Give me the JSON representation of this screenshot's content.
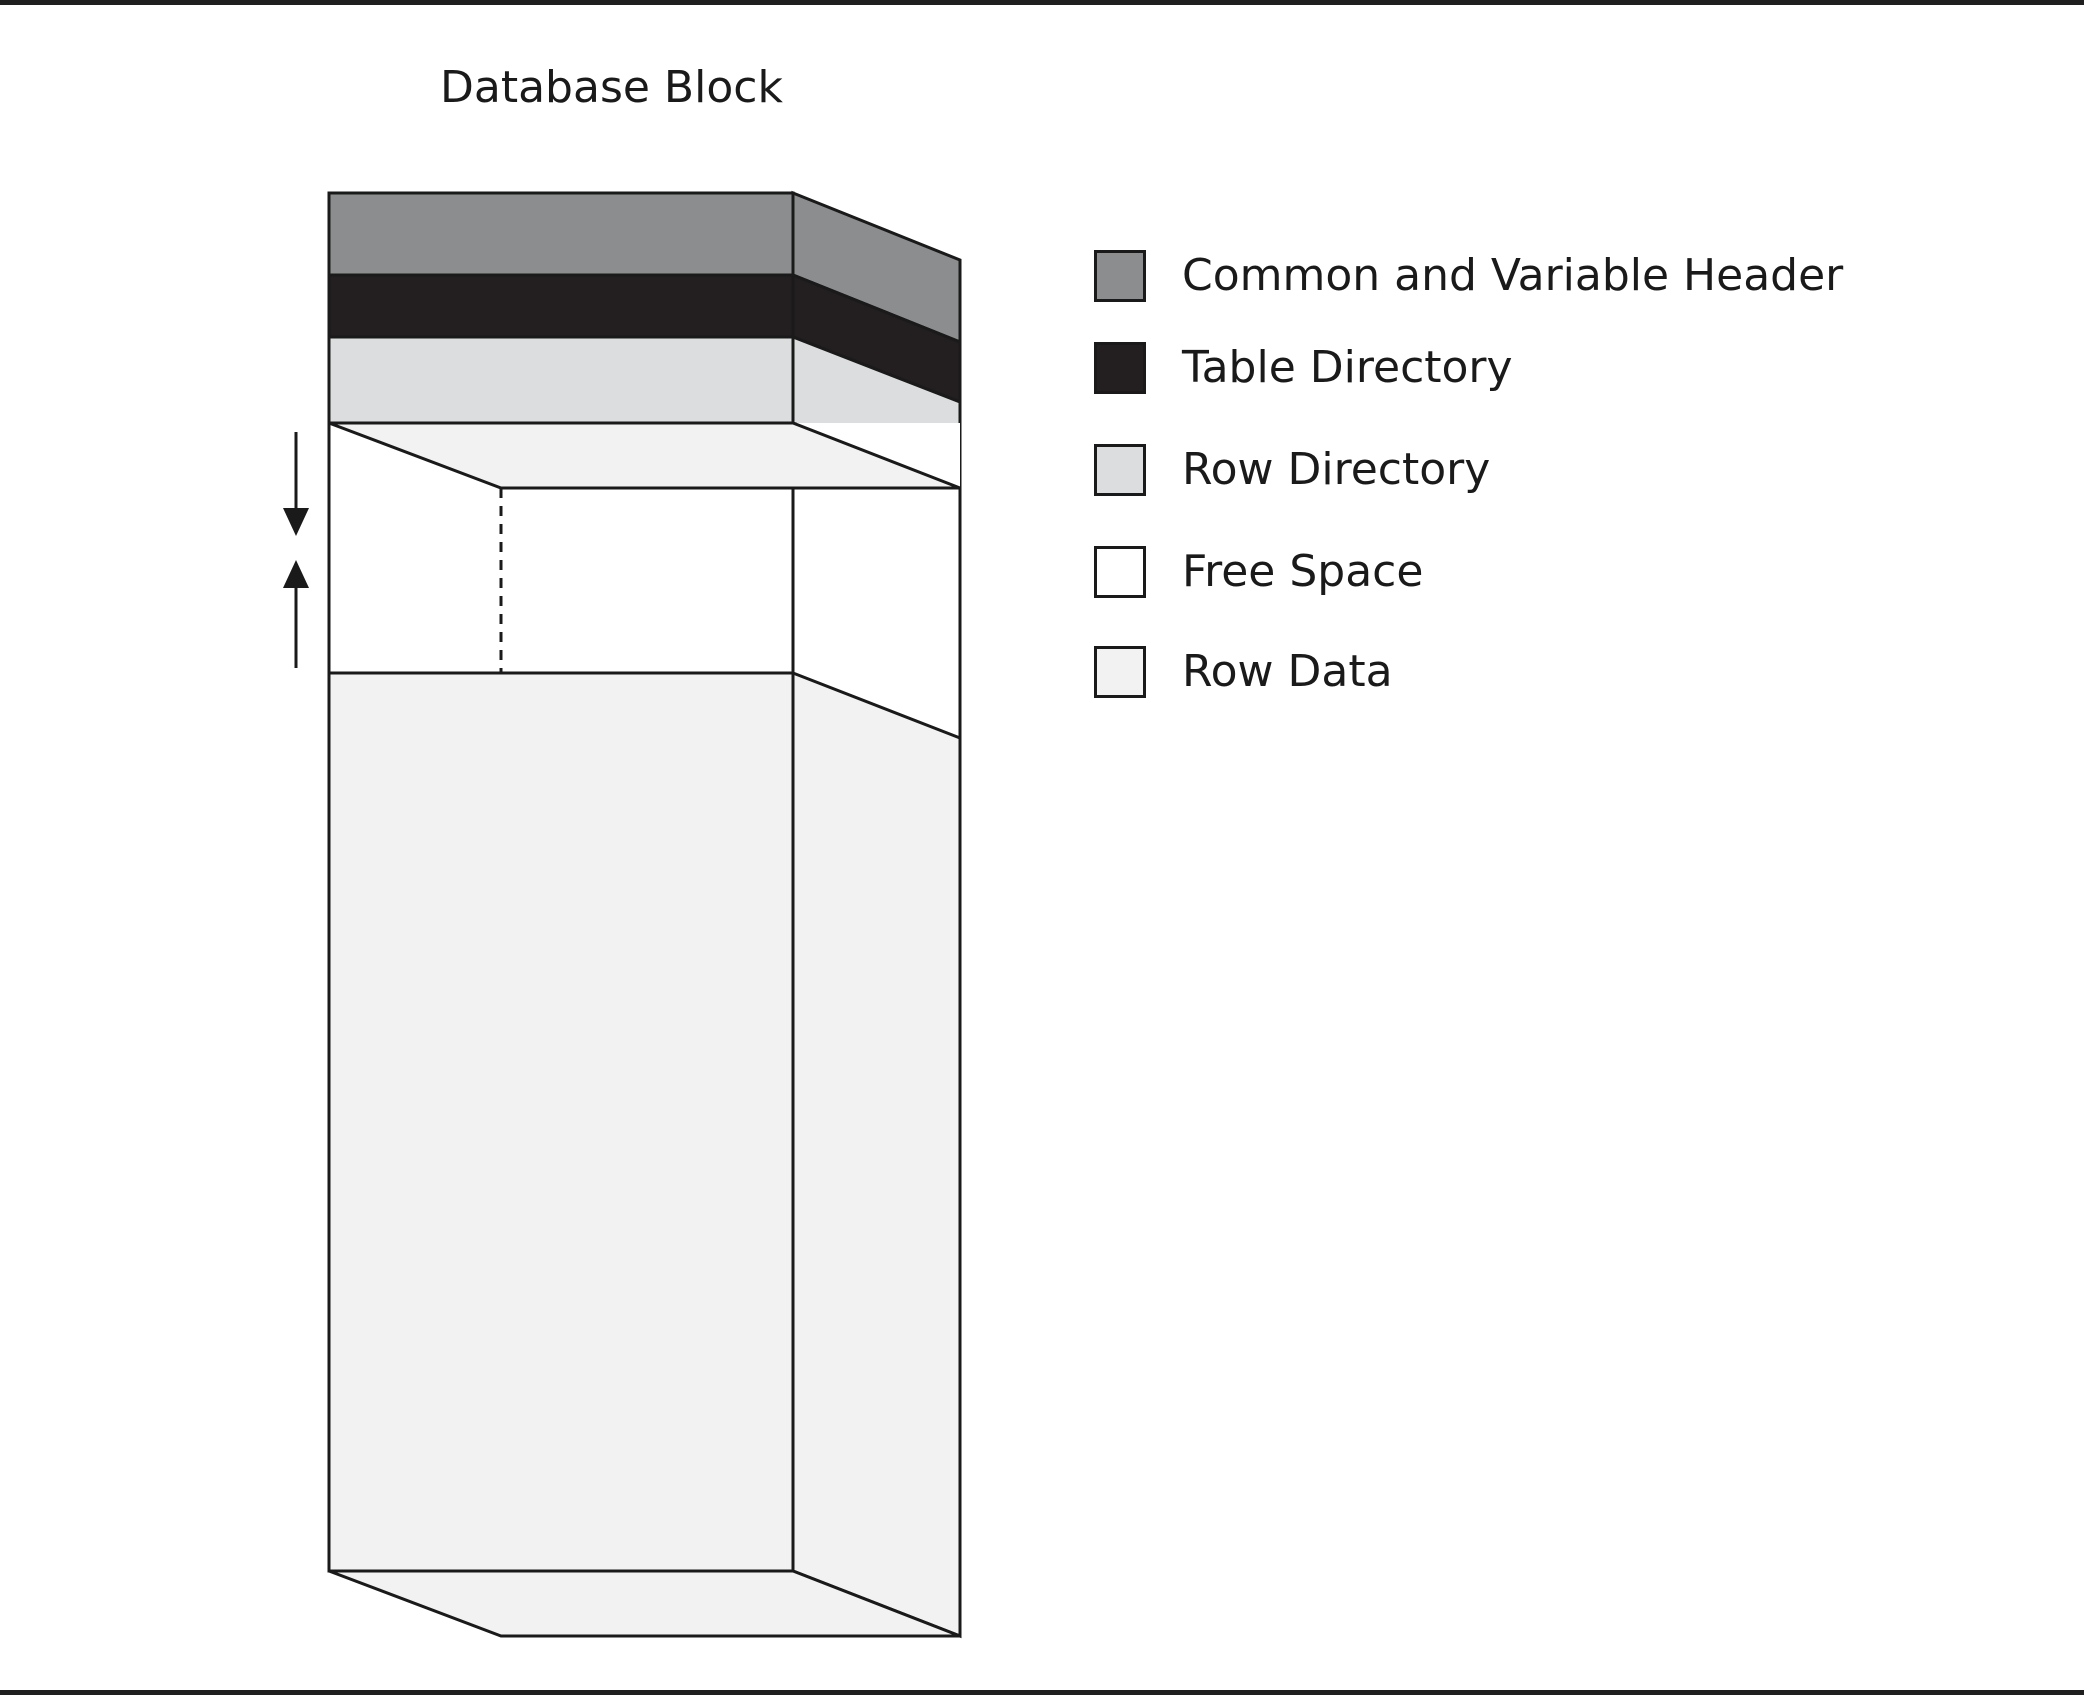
{
  "title": "Database Block",
  "legend": [
    {
      "label": "Common and Variable Header",
      "color": "#8c8d8f"
    },
    {
      "label": "Table Directory",
      "color": "#231f20"
    },
    {
      "label": "Row Directory",
      "color": "#dcdddf"
    },
    {
      "label": "Free Space",
      "color": "#ffffff"
    },
    {
      "label": "Row Data",
      "color": "#f2f2f3"
    }
  ],
  "colors": {
    "line": "#1a1a1a",
    "header": "#8c8d8f",
    "table_directory": "#231f20",
    "row_directory": "#dcdddf",
    "free_space": "#ffffff",
    "row_data": "#f2f2f3"
  }
}
